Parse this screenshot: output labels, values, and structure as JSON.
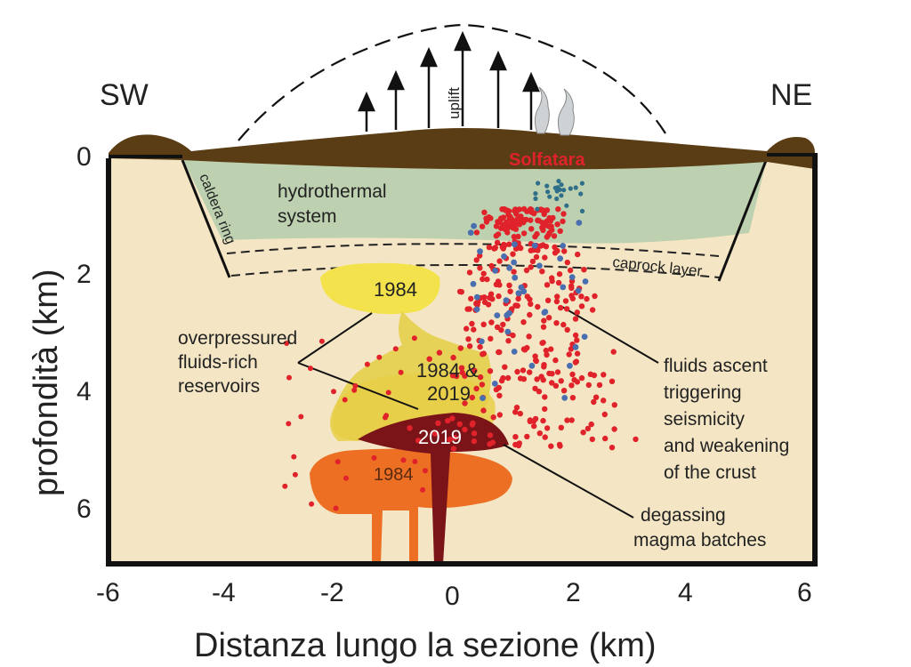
{
  "orientation": {
    "left": "SW",
    "right": "NE"
  },
  "axes": {
    "ylabel": "profondità (km)",
    "xlabel": "Distanza lungo la sezione (km)",
    "x_ticks": [
      "-6",
      "-4",
      "-2",
      "0",
      "2",
      "4",
      "6"
    ],
    "y_ticks": [
      "0",
      "2",
      "4",
      "6"
    ],
    "x_range": [
      -6,
      6
    ],
    "y_range": [
      0,
      7
    ]
  },
  "labels": {
    "uplift": "uplift",
    "solfatara": "Solfatara",
    "hydrothermal_line1": "hydrothermal",
    "hydrothermal_line2": "system",
    "caldera_ring": "caldera ring",
    "caprock": "caprock layer",
    "reservoir_1984_top": "1984",
    "reservoir_1984_2019_line1": "1984 &",
    "reservoir_1984_2019_line2": "2019",
    "magma_2019": "2019",
    "magma_1984": "1984"
  },
  "annotations": {
    "overpressured": [
      "overpressured",
      "fluids-rich",
      "reservoirs"
    ],
    "fluids_ascent": [
      "fluids ascent",
      "triggering",
      "seismicity",
      "and weakening",
      "of the crust"
    ],
    "degassing": [
      "degassing",
      "magma batches"
    ]
  },
  "colors": {
    "background": "#f4e6c4",
    "surface": "#5a3d14",
    "hydrothermal": "#b9cfae",
    "yellow_reservoir": "#f3e24c",
    "yellow_deep": "#e6c93c",
    "magma_2019": "#7a1418",
    "magma_1984": "#ec6f24",
    "seismic_dot": "#e0222a",
    "fluid_dot": "#4a6fb0"
  }
}
